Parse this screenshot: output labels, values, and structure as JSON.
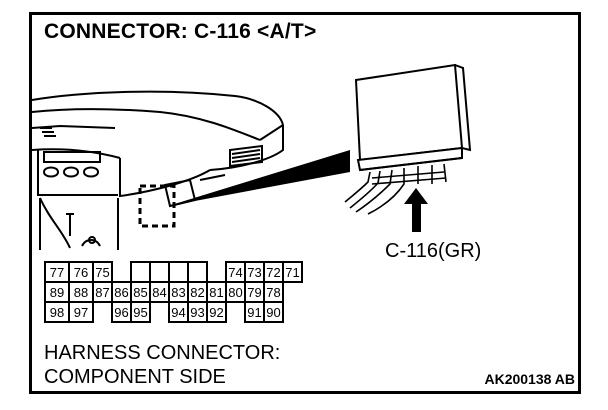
{
  "title": {
    "connector": "CONNECTOR: C-116 <A/T>"
  },
  "callout": {
    "label": "C-116(GR)"
  },
  "footer": {
    "line1": "HARNESS CONNECTOR:",
    "line2": "COMPONENT SIDE",
    "figure_id": "AK200138 AB"
  },
  "connector_pins": {
    "row1": [
      "77",
      "76",
      "75",
      "",
      "",
      "",
      "",
      "",
      "",
      "74",
      "73",
      "72",
      "71"
    ],
    "row2": [
      "89",
      "88",
      "87",
      "86",
      "85",
      "84",
      "83",
      "82",
      "81",
      "80",
      "79",
      "78"
    ],
    "row3": [
      "98",
      "97",
      "",
      "96",
      "95",
      "",
      "94",
      "93",
      "92",
      "",
      "91",
      "90"
    ]
  }
}
